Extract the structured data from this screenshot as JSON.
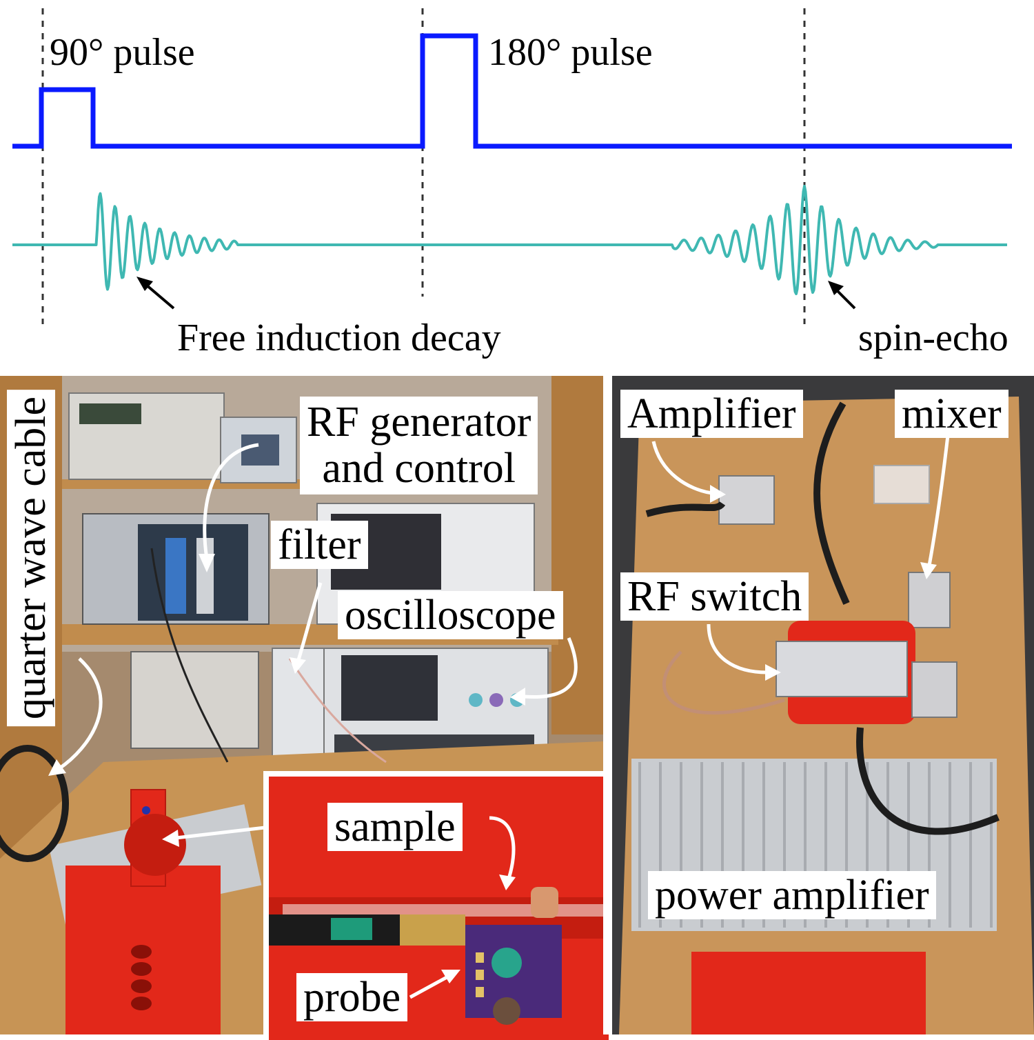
{
  "timing_diagram": {
    "pulse_90_label": "90° pulse",
    "pulse_180_label": "180° pulse",
    "fid_label": "Free induction decay",
    "echo_label": "spin-echo",
    "pulse_color": "#0a1aff",
    "signal_color": "#3fb8b2"
  },
  "photos": {
    "left_panel": {
      "rf_generator_label_line1": "RF generator",
      "rf_generator_label_line2": "and control",
      "filter_label": "filter",
      "oscilloscope_label": "oscilloscope",
      "quarter_wave_label": "quarter wave cable"
    },
    "inset_panel": {
      "sample_label": "sample",
      "probe_label": "probe"
    },
    "right_panel": {
      "amplifier_label": "Amplifier",
      "mixer_label": "mixer",
      "rf_switch_label": "RF switch",
      "power_amp_label": "power amplifier"
    }
  },
  "colors": {
    "wood": "#c9955a",
    "red_plastic": "#e2281a",
    "heatsink": "#c9ccd0"
  }
}
